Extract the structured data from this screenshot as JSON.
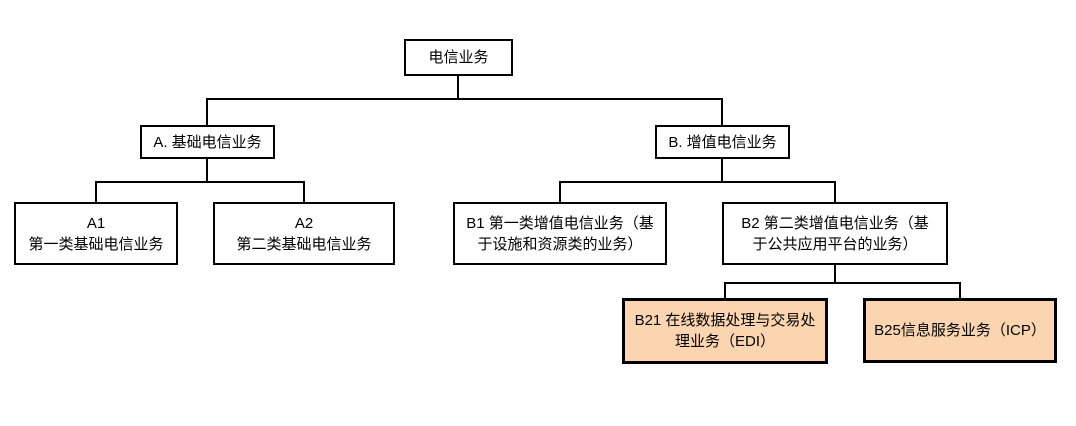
{
  "nodes": {
    "root": {
      "label": "电信业务",
      "highlighted": false
    },
    "a": {
      "label": "A. 基础电信业务",
      "highlighted": false
    },
    "b": {
      "label": "B. 增值电信业务",
      "highlighted": false
    },
    "a1": {
      "label": "A1\n第一类基础电信业务",
      "highlighted": false
    },
    "a2": {
      "label": "A2\n第二类基础电信业务",
      "highlighted": false
    },
    "b1": {
      "label": "B1 第一类增值电信业务（基\n于设施和资源类的业务）",
      "highlighted": false
    },
    "b2": {
      "label": "B2 第二类增值电信业务（基\n于公共应用平台的业务）",
      "highlighted": false
    },
    "b21": {
      "label": "B21 在线数据处理与交易处\n理业务（EDI）",
      "highlighted": true
    },
    "b25": {
      "label": "B25信息服务业务（ICP）",
      "highlighted": true
    }
  },
  "colors": {
    "highlight_fill": "#FBD5B0",
    "node_fill": "#FFFFFF",
    "border": "#000000",
    "line": "#000000",
    "background": "#FFFFFF"
  }
}
